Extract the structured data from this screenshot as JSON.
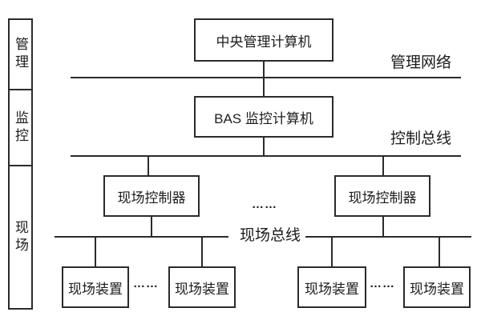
{
  "sidebar": {
    "levels": [
      {
        "label": "管理"
      },
      {
        "label": "监控"
      },
      {
        "label": "现场"
      }
    ]
  },
  "nodes": {
    "central_computer": "中央管理计算机",
    "bas_computer": "BAS 监控计算机",
    "field_controller_left": "现场控制器",
    "field_controller_right": "现场控制器",
    "field_device_1": "现场装置",
    "field_device_2": "现场装置",
    "field_device_3": "现场装置",
    "field_device_4": "现场装置"
  },
  "bus_labels": {
    "management_network": "管理网络",
    "control_bus": "控制总线",
    "field_bus": "现场总线"
  },
  "ellipsis": {
    "between_controllers": "……",
    "between_devices_left": "……",
    "between_devices_right": "……"
  },
  "colors": {
    "line": "#2b2b2b",
    "background": "#ffffff",
    "text": "#1c1c1c"
  }
}
